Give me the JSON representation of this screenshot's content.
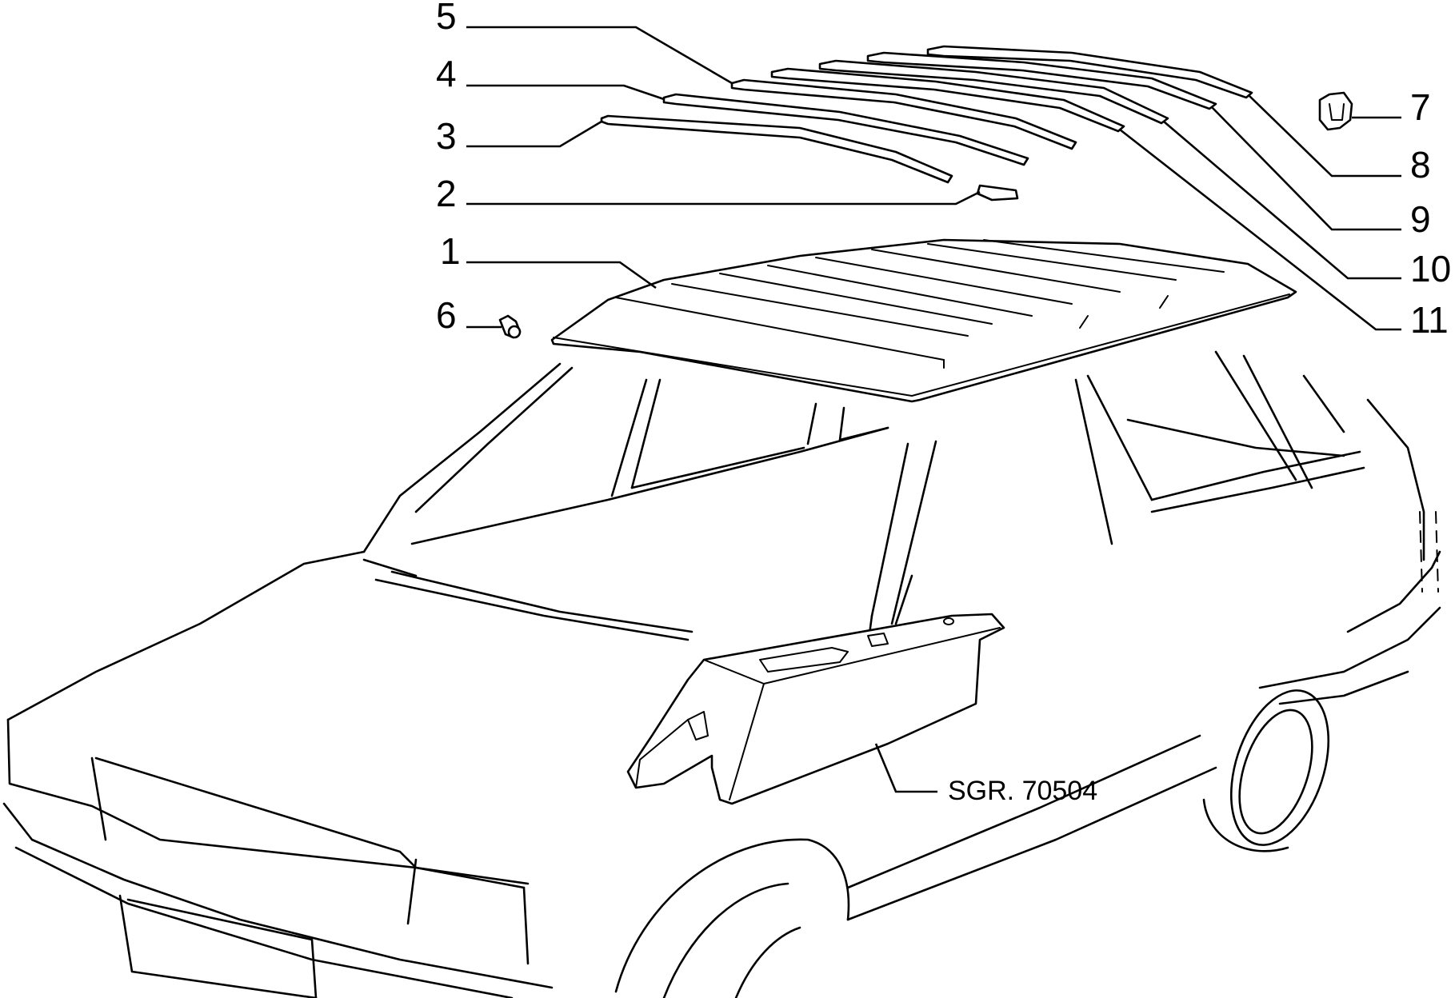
{
  "callouts": [
    {
      "id": "1",
      "label": "1"
    },
    {
      "id": "2",
      "label": "2"
    },
    {
      "id": "3",
      "label": "3"
    },
    {
      "id": "4",
      "label": "4"
    },
    {
      "id": "5",
      "label": "5"
    },
    {
      "id": "6",
      "label": "6"
    },
    {
      "id": "7",
      "label": "7"
    },
    {
      "id": "8",
      "label": "8"
    },
    {
      "id": "9",
      "label": "9"
    },
    {
      "id": "10",
      "label": "10"
    },
    {
      "id": "11",
      "label": "11"
    }
  ],
  "reference": {
    "label": "SGR. 70504"
  }
}
